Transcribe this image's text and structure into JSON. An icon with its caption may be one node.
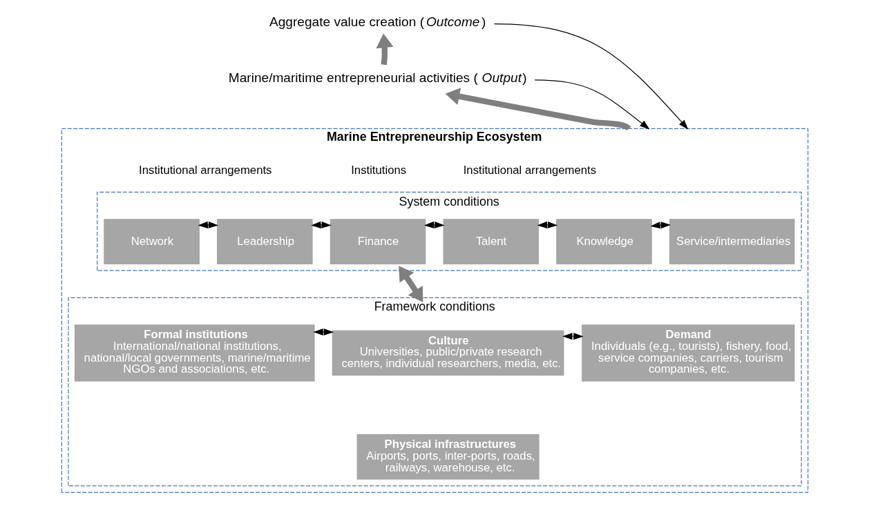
{
  "diagram": {
    "nodes": [
      {
        "text": [
          "Aggregate value creation (*Outcome*)"
        ]
      },
      {
        "text": [
          "Marine/maritime entrepreneurial activities (*Output*)"
        ]
      },
      {
        "text": [
          "Marine Entrepreneurship Ecosystem"
        ]
      },
      {
        "text": [
          "System conditions"
        ],
        "in": 2
      },
      {
        "text": [
          "Network"
        ],
        "in": 3
      },
      {
        "text": [
          "Leadership"
        ],
        "in": 3
      },
      {
        "text": [
          "Finance"
        ],
        "in": 3
      },
      {
        "text": [
          "Talent"
        ],
        "in": 3
      },
      {
        "text": [
          "Knowledge"
        ],
        "in": 3
      },
      {
        "text": [
          "Service/intermediaries"
        ],
        "in": 3
      },
      {
        "text": [
          "Framework conditions"
        ],
        "in": 2
      },
      {
        "text": [
          "Formal institutions",
          "International/national institutions, national/local governments, marine/maritime NGOs and associations, etc."
        ],
        "in": 10
      },
      {
        "text": [
          "Culture",
          "Universities, public/private research centers, individual researchers, media, etc."
        ],
        "in": 10
      },
      {
        "text": [
          "Demand",
          "Individuals (e.g., tourists), fishery, food, service companies, carriers, tourism companies, etc."
        ],
        "in": 10
      },
      {
        "text": [
          "Physical infrastructures",
          "Airports, ports, inter-ports, roads, railways, warehouse, etc."
        ],
        "in": 10
      }
    ],
    "edges": [
      {
        "from": 1,
        "to": 0,
        "arrow": "to",
        "style": "thick",
        "color": "#7f7f7f"
      },
      {
        "from": 2,
        "to": 1,
        "arrow": "to",
        "style": "thick",
        "color": "#7f7f7f"
      },
      {
        "from": 0,
        "to": 2,
        "arrow": "to"
      },
      {
        "from": 1,
        "to": 2,
        "arrow": "to"
      },
      {
        "from": 4,
        "to": 5,
        "arrow": "both"
      },
      {
        "from": 5,
        "to": 6,
        "arrow": "both"
      },
      {
        "from": 6,
        "to": 7,
        "arrow": "both"
      },
      {
        "from": 7,
        "to": 8,
        "arrow": "both"
      },
      {
        "from": 8,
        "to": 9,
        "arrow": "both"
      },
      {
        "from": 3,
        "to": 10,
        "arrow": "both",
        "style": "thick",
        "color": "#7f7f7f"
      },
      {
        "from": 11,
        "to": 12,
        "arrow": "both"
      },
      {
        "from": 12,
        "to": 13,
        "arrow": "both"
      }
    ],
    "labels": [
      "Institutional arrangements",
      "Institutions",
      "Institutional arrangements"
    ]
  }
}
